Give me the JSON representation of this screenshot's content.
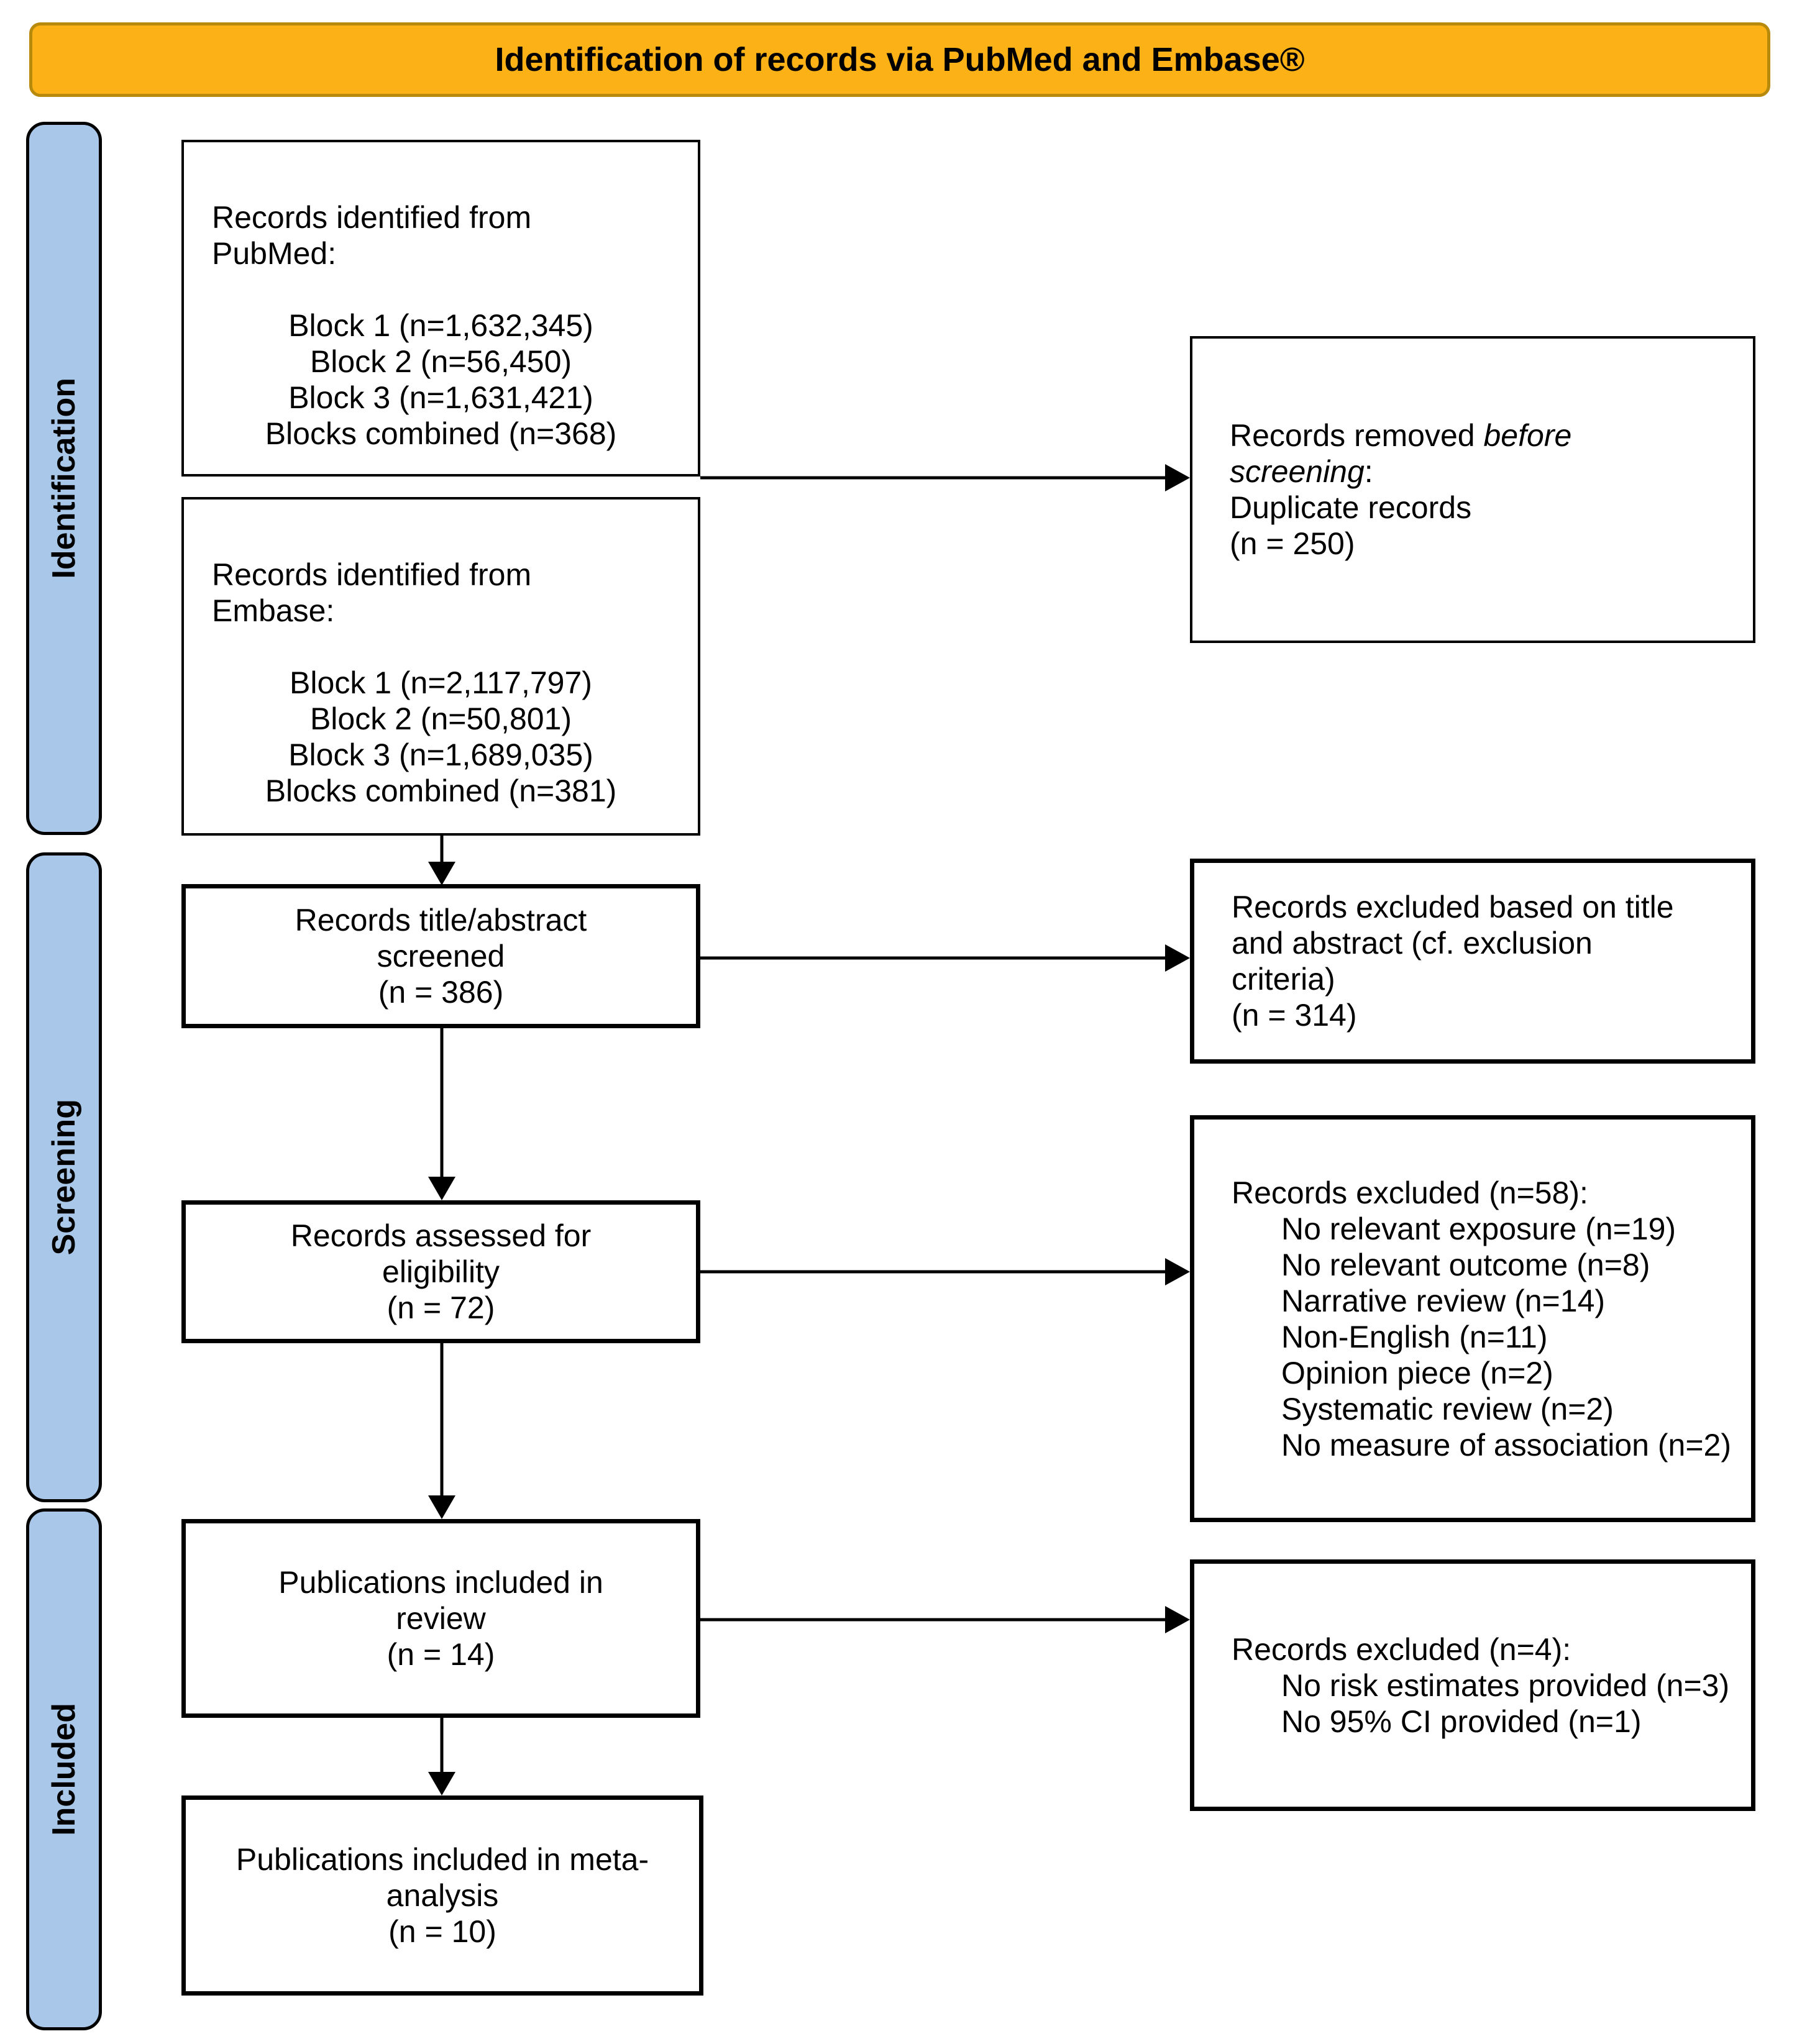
{
  "banner": {
    "title": "Identification of records via PubMed and Embase®"
  },
  "colors": {
    "banner_fill": "#FCB116",
    "banner_border": "#B88A0B",
    "stage_fill": "#A9C7E8",
    "box_border": "#000000",
    "page_bg": "#FFFFFF"
  },
  "sidebar": {
    "stages": [
      {
        "label": "Identification"
      },
      {
        "label": "Screening"
      },
      {
        "label": "Included"
      }
    ]
  },
  "main_boxes": [
    {
      "heading_line1": "Records identified from",
      "heading_line2": "PubMed:",
      "items": [
        "Block 1 (n=1,632,345)",
        "Block 2 (n=56,450)",
        "Block 3 (n=1,631,421)",
        "Blocks combined (n=368)"
      ]
    },
    {
      "heading_line1": "Records identified from",
      "heading_line2": "Embase:",
      "items": [
        "Block 1 (n=2,117,797)",
        "Block 2 (n=50,801)",
        "Block 3 (n=1,689,035)",
        "Blocks combined (n=381)"
      ]
    },
    {
      "lines": [
        "Records title/abstract",
        "screened",
        "(n = 386)"
      ]
    },
    {
      "lines": [
        "Records assessed for",
        "eligibility",
        "(n = 72)"
      ]
    },
    {
      "lines": [
        "Publications included in",
        "review",
        "(n = 14)"
      ]
    },
    {
      "lines": [
        "Publications included in meta-",
        "analysis",
        "(n = 10)"
      ]
    }
  ],
  "right_boxes": [
    {
      "line1_normal": "Records removed ",
      "line1_italic": "before",
      "line2_italic": "screening",
      "line2_after": ":",
      "line3": "Duplicate records",
      "line4": "(n = 250)"
    },
    {
      "lines": [
        "Records excluded based on title",
        "and abstract (cf. exclusion",
        "criteria)",
        "(n = 314)"
      ]
    },
    {
      "heading": "Records excluded (n=58):",
      "items": [
        "No relevant exposure (n=19)",
        "No relevant outcome (n=8)",
        "Narrative review (n=14)",
        "Non-English (n=11)",
        "Opinion piece (n=2)",
        "Systematic review (n=2)",
        "No measure of association (n=2)"
      ]
    },
    {
      "heading": "Records excluded (n=4):",
      "items": [
        "No risk estimates provided (n=3)",
        "No 95% CI provided (n=1)"
      ]
    }
  ]
}
